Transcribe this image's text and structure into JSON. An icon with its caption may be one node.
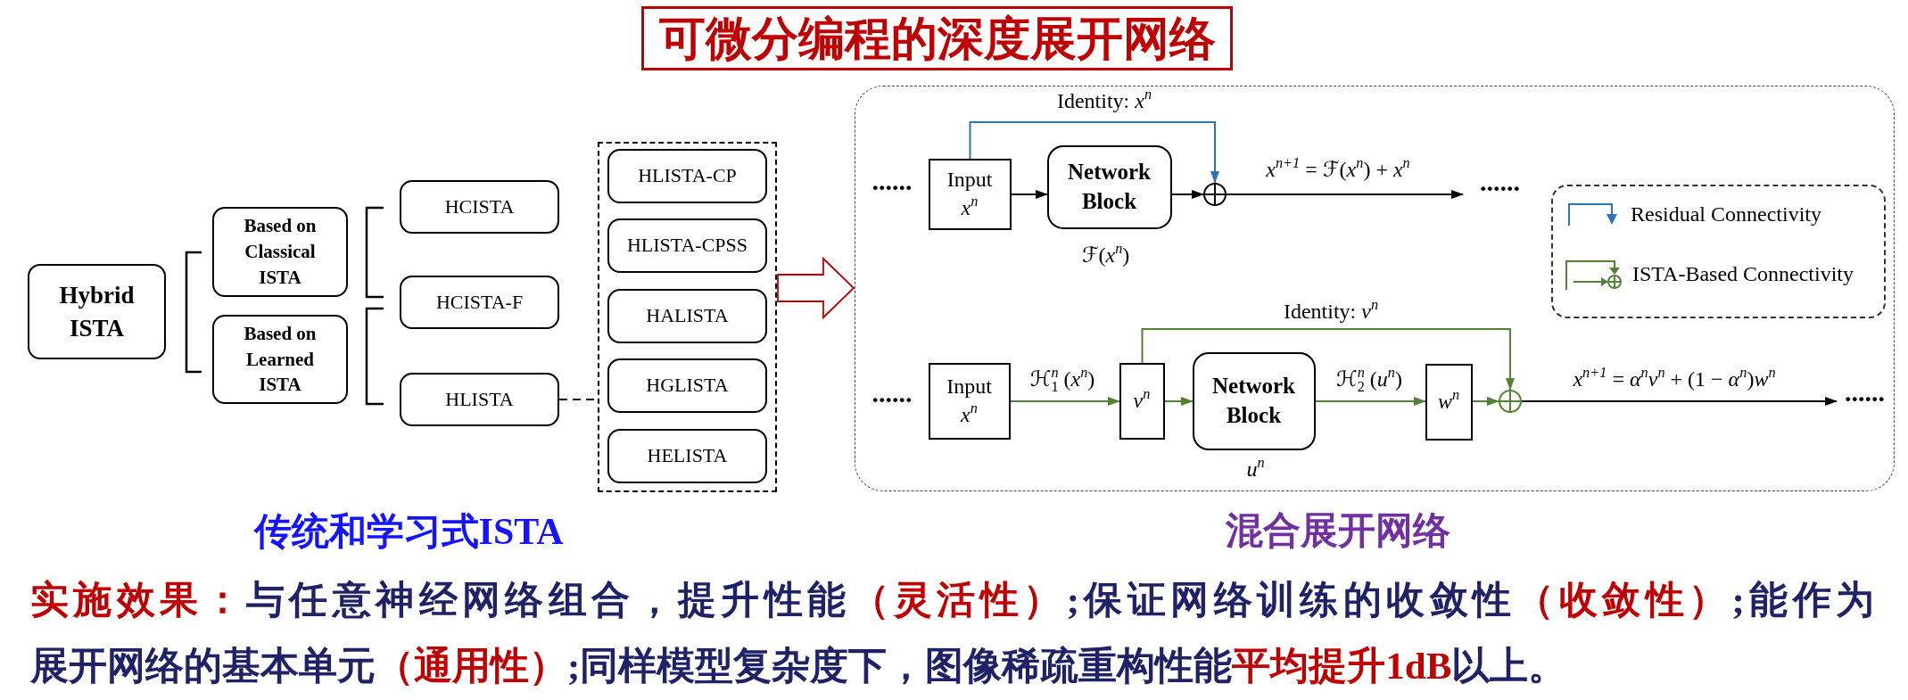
{
  "diagram": {
    "title": "可微分编程的深度展开网络",
    "nodes": [
      {
        "text": [
          "Hybrid ISTA"
        ]
      },
      {
        "text": [
          "Based on Classical ISTA"
        ]
      },
      {
        "text": [
          "Based on Learned ISTA"
        ]
      },
      {
        "text": [
          "HCISTA"
        ]
      },
      {
        "text": [
          "HCISTA-F"
        ]
      },
      {
        "text": [
          "HLISTA"
        ]
      },
      {
        "text": [],
        "shape": "box"
      },
      {
        "text": [
          "HLISTA-CP"
        ],
        "in": 6
      },
      {
        "text": [
          "HLISTA-CPSS"
        ],
        "in": 6
      },
      {
        "text": [
          "HALISTA"
        ],
        "in": 6
      },
      {
        "text": [
          "HGLISTA"
        ],
        "in": 6
      },
      {
        "text": [
          "HELISTA"
        ],
        "in": 6
      },
      {
        "text": [],
        "shape": "box"
      },
      {
        "text": [
          "Input *x*$^{n}$"
        ],
        "in": 12
      },
      {
        "text": [
          "Network Block"
        ],
        "in": 12,
        "beside": [
          "ℱ(*x*$^{n}$)"
        ]
      },
      {
        "text": [],
        "shape": "circle",
        "in": 12
      },
      {
        "text": [
          "......"
        ],
        "in": 12
      },
      {
        "text": [
          "Input *x*$^{n}$"
        ],
        "in": 12
      },
      {
        "text": [
          "*v*$^{n}$"
        ],
        "in": 12
      },
      {
        "text": [
          "Network Block"
        ],
        "in": 12,
        "beside": [
          "*u*$^{n}$"
        ]
      },
      {
        "text": [
          "*w*$^{n}$"
        ],
        "in": 12
      },
      {
        "text": [],
        "shape": "circle",
        "in": 12
      },
      {
        "text": [
          "......"
        ],
        "in": 12
      }
    ],
    "edges": [
      {
        "from": 5,
        "to": 6,
        "arrow": "none",
        "style": "dashed"
      },
      {
        "from": 6,
        "to": 12,
        "arrow": "to",
        "color": "#c00000"
      },
      {
        "from": 13,
        "to": 14,
        "arrow": "to"
      },
      {
        "from": 14,
        "to": 15,
        "arrow": "to"
      },
      {
        "from": 13,
        "to": 15,
        "arrow": "to",
        "label": "Identity: *x*$^{n}$",
        "color": "#2e75b6"
      },
      {
        "from": 15,
        "to": 16,
        "arrow": "to",
        "label": "*x*$^{n+1}$ = ℱ(*x*$^{n}$) + *x*$^{n}$"
      },
      {
        "from": 17,
        "to": 18,
        "arrow": "to",
        "label": "ℋ$_{1}$$^{n}$ (*x*$^{n}$)",
        "color": "#548235"
      },
      {
        "from": 18,
        "to": 19,
        "arrow": "to",
        "color": "#548235"
      },
      {
        "from": 19,
        "to": 20,
        "arrow": "to",
        "label": "ℋ$_{2}$$^{n}$ (*u*$^{n}$)",
        "color": "#548235"
      },
      {
        "from": 20,
        "to": 21,
        "arrow": "to",
        "color": "#548235"
      },
      {
        "from": 18,
        "to": 21,
        "arrow": "to",
        "label": "Identity: *v*$^{n}$",
        "color": "#548235"
      },
      {
        "from": 21,
        "to": 22,
        "arrow": "to",
        "label": "*x*$^{n+1}$ = *α*$^{n}$*v*$^{n}$ + (1 − *α*$^{n}$)*w*$^{n}$"
      }
    ],
    "labels": [
      "......",
      "......",
      "传统和学习式ISTA",
      "混合展开网络",
      "实施效果：",
      "与任意神经网络组合，提升性能",
      "（灵活性）",
      ";保证网络训练的收敛性",
      "（收敛性）",
      ";能作为",
      "展开网络的基本单元",
      "（通用性）",
      ";同样模型复杂度下，图像稀疏重构性能",
      "平均提升1dB",
      "以上。"
    ],
    "legend": [
      {
        "text": "Residual Connectivity"
      },
      {
        "text": "ISTA-Based Connectivity"
      }
    ]
  }
}
